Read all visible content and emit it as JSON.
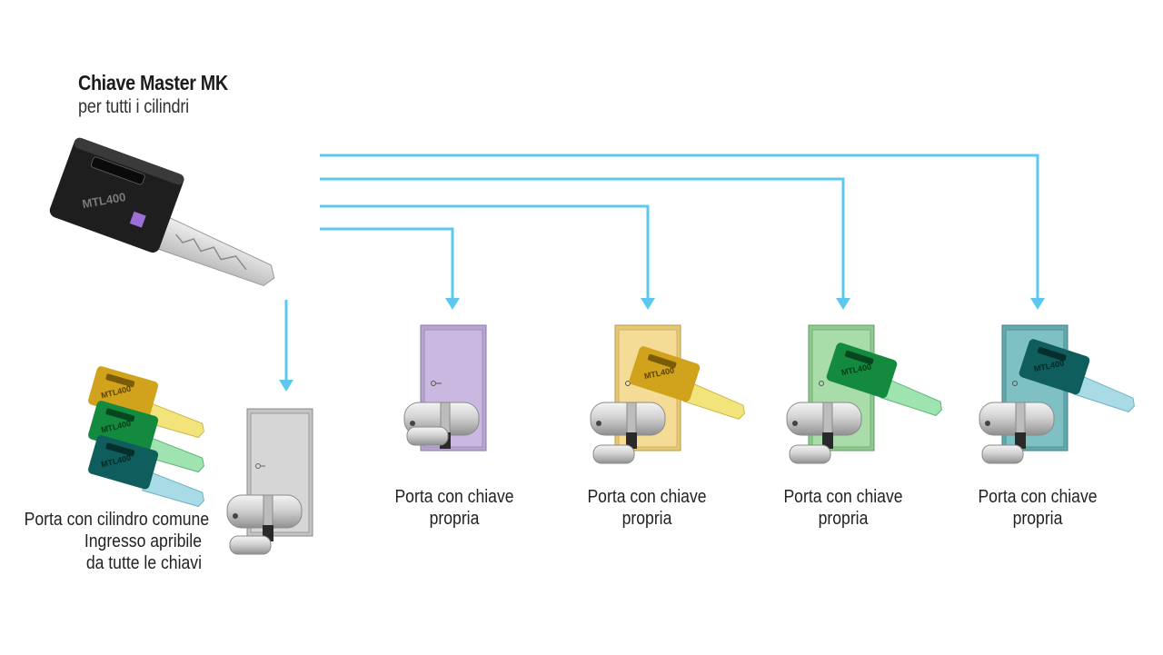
{
  "header": {
    "title": "Chiave Master MK",
    "subtitle": "per tutti i cilindri"
  },
  "colors": {
    "arrow": "#5cc8f0",
    "master_key": "#1e1e1e",
    "master_key_marker": "#9b6fd6",
    "door_common": "#d6d6d6",
    "door_violet": "#cbb8e0",
    "door_yellow": "#f5dc96",
    "door_green": "#a8dca8",
    "door_teal": "#7ec0c4",
    "key_gold": "#d1a21c",
    "key_green": "#138a3e",
    "key_teal": "#0f5d5c",
    "blade_yellow": "#f2e47a",
    "blade_green": "#9ee3b0",
    "blade_blue": "#a9dbe6",
    "cylinder": "#cfcfcf"
  },
  "master_key": {
    "label": "MTL400"
  },
  "common_door": {
    "caption": [
      "Porta con cilindro comune",
      "Ingresso apribile",
      "da tutte le chiavi"
    ],
    "keys": [
      {
        "label": "MTL400",
        "color": "key_gold"
      },
      {
        "label": "MTL400",
        "color": "key_green"
      },
      {
        "label": "MTL400",
        "color": "key_teal"
      }
    ]
  },
  "doors": [
    {
      "caption": [
        "Porta con chiave",
        "propria"
      ],
      "door_color": "door_violet"
    },
    {
      "caption": [
        "Porta con chiave",
        "propria"
      ],
      "door_color": "door_yellow",
      "key_label": "MTL400",
      "key_color": "key_gold",
      "blade_color": "blade_yellow"
    },
    {
      "caption": [
        "Porta con chiave",
        "propria"
      ],
      "door_color": "door_green",
      "key_label": "MTL400",
      "key_color": "key_green",
      "blade_color": "blade_green"
    },
    {
      "caption": [
        "Porta con chiave",
        "propria"
      ],
      "door_color": "door_teal",
      "key_label": "MTL400",
      "key_color": "key_teal",
      "blade_color": "blade_blue"
    }
  ]
}
